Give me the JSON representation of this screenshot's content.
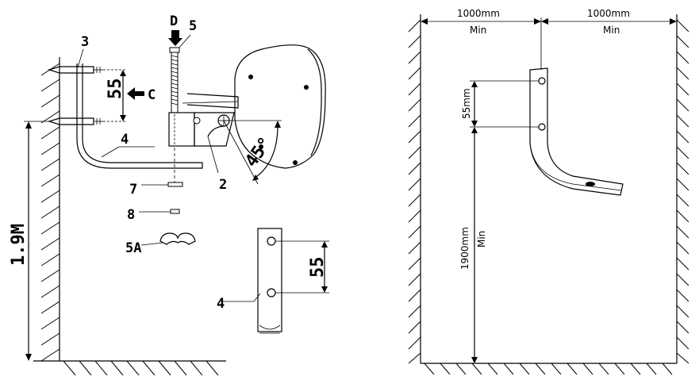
{
  "left_diagram": {
    "part_labels": {
      "p3": "3",
      "p5": "5",
      "pD": "D",
      "pC": "C",
      "p4_bracket": "4",
      "p2": "2",
      "p7": "7",
      "p8": "8",
      "p5A": "5A",
      "p4_detail": "4"
    },
    "dimensions": {
      "hole_spacing": "55",
      "hole_spacing_detail": "55",
      "mount_height": "1.9M",
      "tilt_angle": "45°"
    }
  },
  "right_diagram": {
    "dimensions": {
      "left_clearance": "1000mm",
      "left_clearance_note": "Min",
      "right_clearance": "1000mm",
      "right_clearance_note": "Min",
      "hole_spacing": "55mm",
      "floor_height": "1900mm",
      "floor_height_note": "Min"
    }
  }
}
